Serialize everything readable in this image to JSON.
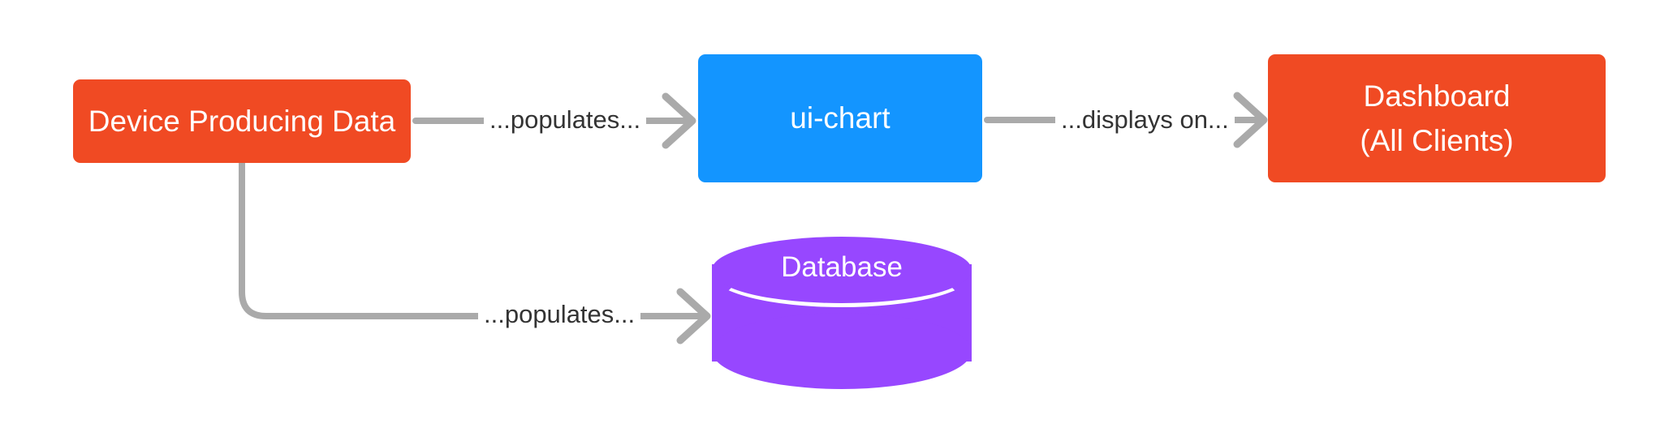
{
  "diagram": {
    "type": "flowchart",
    "background_color": "#ffffff",
    "direction": "left-to-right",
    "nodes": [
      {
        "id": "device",
        "label": "Device Producing Data",
        "shape": "rounded-rectangle",
        "color": "#f04a23",
        "text_color": "#ffffff"
      },
      {
        "id": "ui-chart",
        "label": "ui-chart",
        "shape": "rounded-rectangle",
        "color": "#1395ff",
        "text_color": "#ffffff"
      },
      {
        "id": "dashboard",
        "label_line1": "Dashboard",
        "label_line2": "(All Clients)",
        "shape": "rounded-rectangle",
        "color": "#f04a23",
        "text_color": "#ffffff"
      },
      {
        "id": "database",
        "label": "Database",
        "shape": "cylinder",
        "color": "#9747ff",
        "text_color": "#ffffff"
      }
    ],
    "edges": [
      {
        "id": "device-to-uichart",
        "from": "device",
        "to": "ui-chart",
        "label": "...populates...",
        "color": "#aaaaaa",
        "arrowhead": "open-chevron"
      },
      {
        "id": "uichart-to-dashboard",
        "from": "ui-chart",
        "to": "dashboard",
        "label": "...displays on...",
        "color": "#aaaaaa",
        "arrowhead": "open-chevron"
      },
      {
        "id": "device-to-database",
        "from": "device",
        "to": "database",
        "label": "...populates...",
        "color": "#aaaaaa",
        "arrowhead": "open-chevron",
        "routing": "elbow-down-then-right"
      }
    ]
  }
}
